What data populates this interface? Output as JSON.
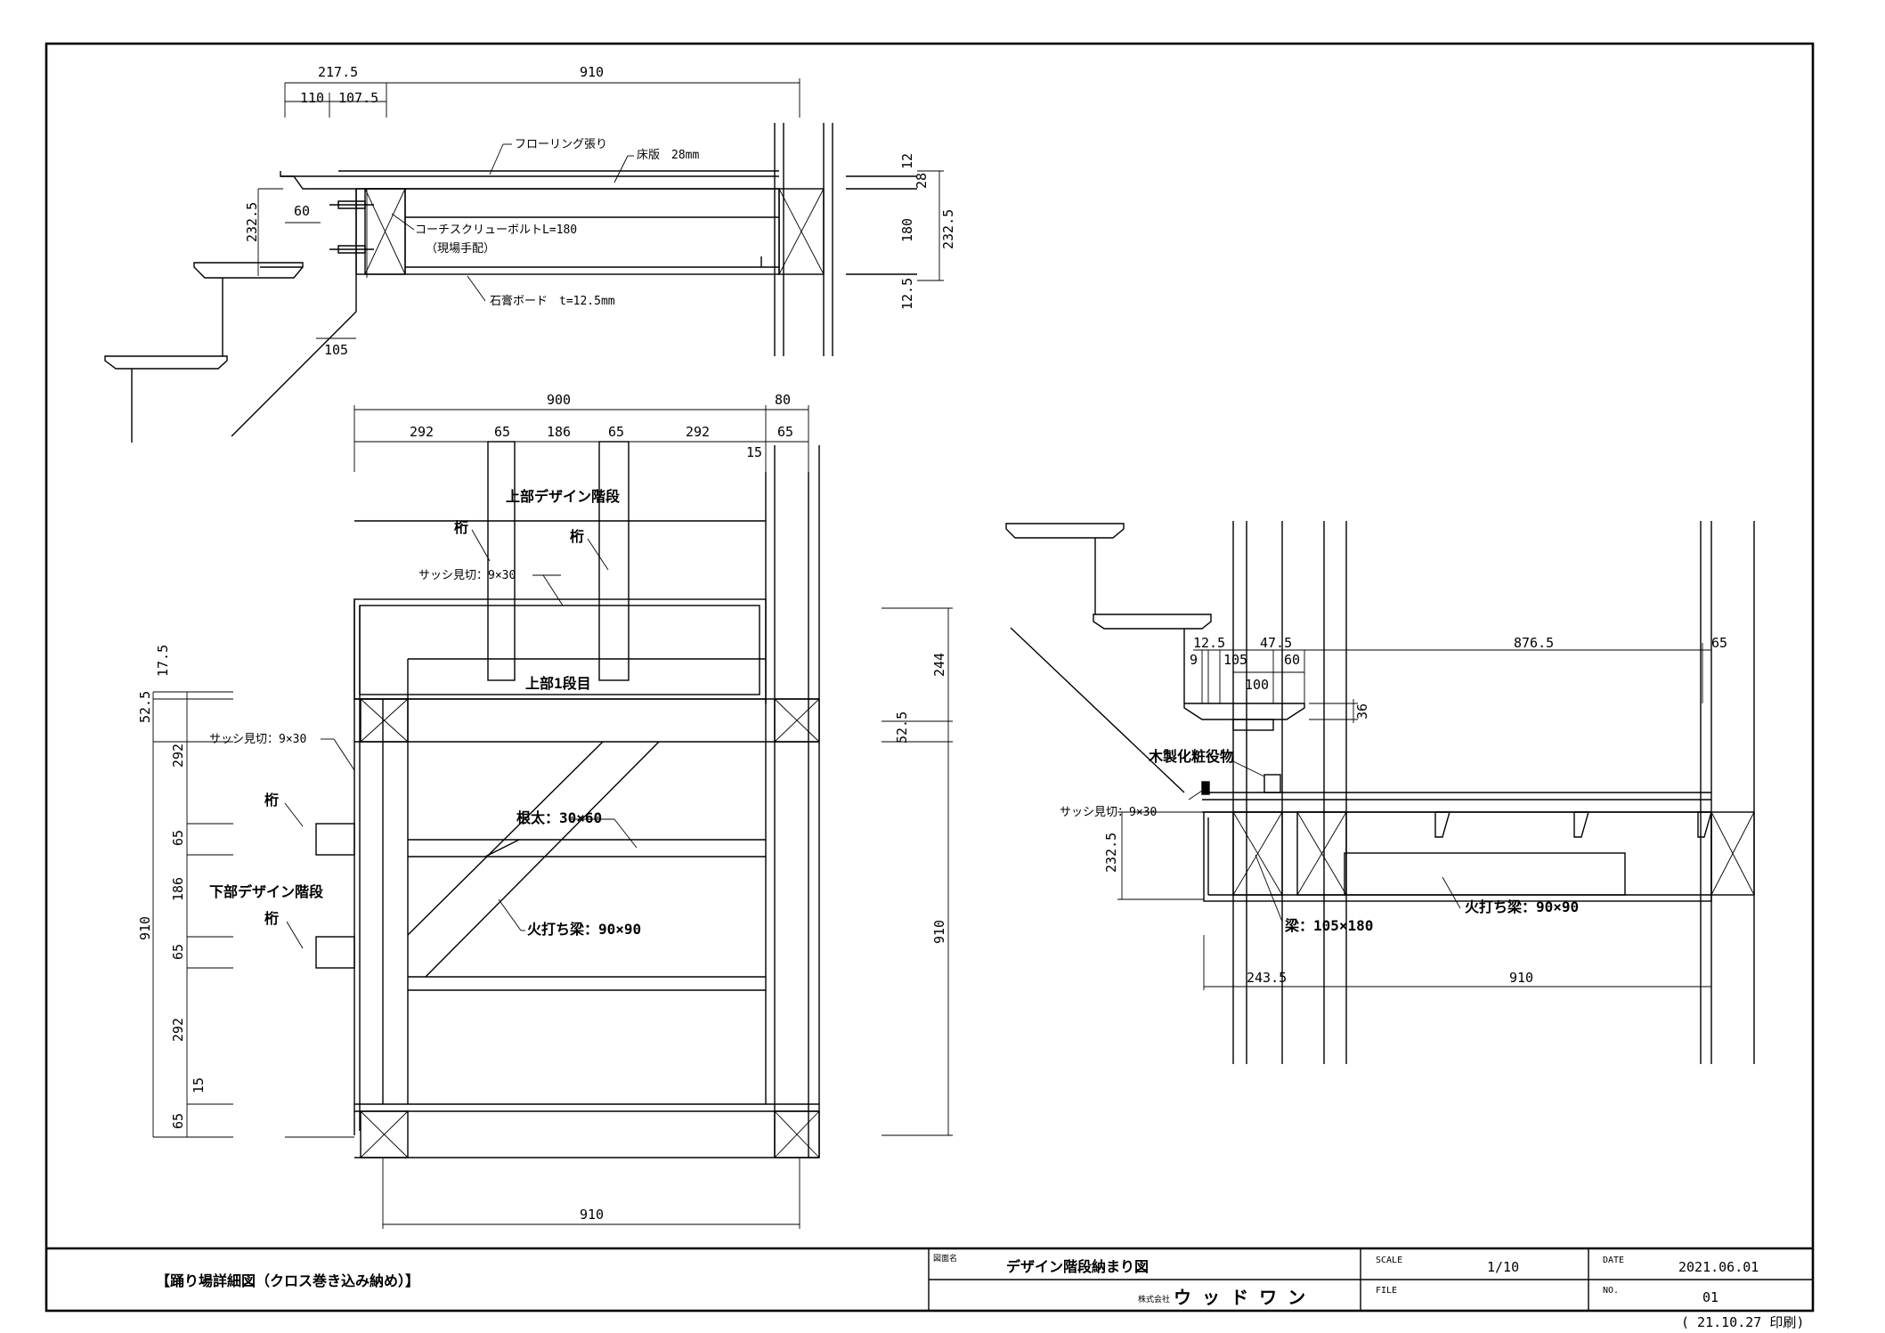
{
  "drawing": {
    "upper_section": {
      "dim_217_5": "217.5",
      "dim_910": "910",
      "dim_110": "110",
      "dim_107_5": "107.5",
      "note_flooring": "フローリング張り",
      "note_floor_plate": "床版　28mm",
      "note_screw": "コーチスクリューボルトL=180",
      "note_site": "（現場手配）",
      "note_gypsum": "石膏ボード　t=12.5mm",
      "dim_60": "60",
      "dim_232_5_left": "232.5",
      "dim_105": "105",
      "dim_12": "12",
      "dim_28": "28",
      "dim_180": "180",
      "dim_232_5_right": "232.5",
      "dim_12_5": "12.5"
    },
    "plan_section": {
      "dim_900": "900",
      "dim_80": "80",
      "dim_292_a": "292",
      "dim_65_a": "65",
      "dim_186": "186",
      "dim_65_b": "65",
      "dim_292_b": "292",
      "dim_65_c": "65",
      "dim_15": "15",
      "label_upper_stair": "上部デザイン階段",
      "label_stringer_a": "桁",
      "label_stringer_b": "桁",
      "label_sash_top": "サッシ見切：9×30",
      "label_upper_step1": "上部1段目",
      "label_sash_left": "サッシ見切：9×30",
      "label_stringer_c": "桁",
      "label_joist": "根太：30×60",
      "label_lower_stair": "下部デザイン階段",
      "label_stringer_d": "桁",
      "label_hiuchi": "火打ち梁：90×90",
      "dim_17_5": "17.5",
      "dim_52_5_left": "52.5",
      "dim_292_v1": "292",
      "dim_65_v1": "65",
      "dim_186_v": "186",
      "dim_65_v2": "65",
      "dim_292_v2": "292",
      "dim_15_v": "15",
      "dim_65_v3": "65",
      "dim_910_left": "910",
      "dim_244": "244",
      "dim_52_5_right": "52.5",
      "dim_910_right": "910",
      "dim_910_bottom": "910"
    },
    "side_section": {
      "dim_12_5": "12.5",
      "dim_47_5": "47.5",
      "dim_876_5": "876.5",
      "dim_65": "65",
      "dim_9": "9",
      "dim_105": "105",
      "dim_60": "60",
      "dim_100": "100",
      "dim_36": "36",
      "label_trim": "木製化粧役物",
      "label_sash": "サッシ見切：9×30",
      "dim_232_5": "232.5",
      "label_beam": "梁：105×180",
      "label_hiuchi": "火打ち梁：90×90",
      "dim_243_5": "243.5",
      "dim_910": "910"
    }
  },
  "title_block": {
    "drawing_title": "【踊り場詳細図（クロス巻き込み納め）】",
    "name_label": "図面名",
    "name_value": "デザイン階段納まり図",
    "company_prefix": "株式会社",
    "company_name": "ウ ッ ド ワ ン",
    "scale_label": "SCALE",
    "scale_value": "1/10",
    "file_label": "FILE",
    "file_value": "",
    "date_label": "DATE",
    "date_value": "2021.06.01",
    "no_label": "NO.",
    "no_value": "01"
  },
  "print_note": "( 21.10.27 印刷)"
}
